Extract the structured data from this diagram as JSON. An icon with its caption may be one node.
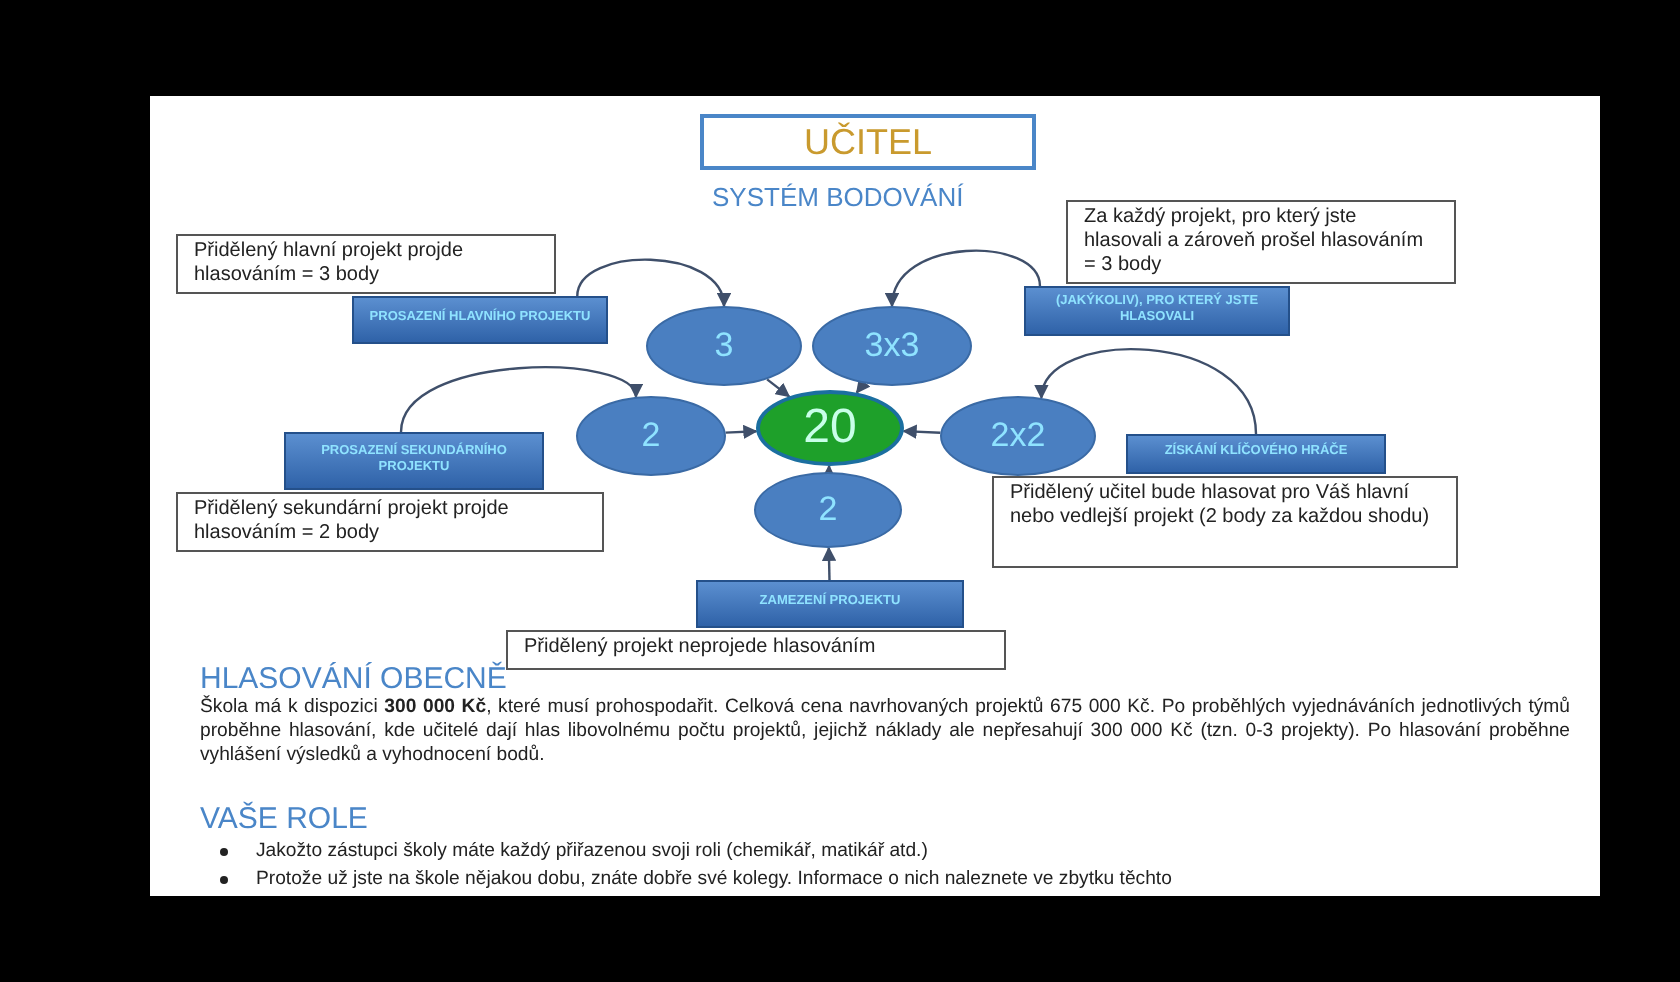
{
  "diagram": {
    "title": "UČITEL",
    "nodes": [
      {
        "text": [
          "Přidělený hlavní projekt projde hlasováním = 3 body"
        ]
      },
      {
        "text": [
          "PROSAZENÍ HLAVNÍHO PROJEKTU"
        ]
      },
      {
        "text": [
          "Za každý projekt, pro který jste hlasovali a zároveň prošel hlasováním = 3 body"
        ]
      },
      {
        "text": [
          "(JAKÝKOLIV), PRO KTERÝ JSTE HLASOVALI"
        ]
      },
      {
        "text": [
          "3"
        ]
      },
      {
        "text": [
          "3x3"
        ]
      },
      {
        "text": [
          "2"
        ]
      },
      {
        "text": [
          "20"
        ]
      },
      {
        "text": [
          "2x2"
        ]
      },
      {
        "text": [
          "PROSAZENÍ SEKUNDÁRNÍHO PROJEKTU"
        ]
      },
      {
        "text": [
          "ZÍSKÁNÍ KLÍČOVÉHO HRÁČE"
        ]
      },
      {
        "text": [
          "2"
        ]
      },
      {
        "text": [
          "Přidělený sekundární projekt projde hlasováním = 2 body"
        ]
      },
      {
        "text": [
          "Přidělený učitel bude hlasovat pro Váš hlavní nebo vedlejší projekt (2 body za každou shodu)"
        ]
      },
      {
        "text": [
          "ZAMEZENÍ PROJEKTU"
        ]
      },
      {
        "text": [
          "Přidělený projekt neprojede hlasováním"
        ]
      }
    ],
    "edges": [
      {
        "from": 1,
        "to": 4,
        "arrow": "to"
      },
      {
        "from": 3,
        "to": 5,
        "arrow": "to"
      },
      {
        "from": 9,
        "to": 6,
        "arrow": "to"
      },
      {
        "from": 10,
        "to": 8,
        "arrow": "to"
      },
      {
        "from": 14,
        "to": 11,
        "arrow": "to"
      },
      {
        "from": 4,
        "to": 7,
        "arrow": "to"
      },
      {
        "from": 5,
        "to": 7,
        "arrow": "to"
      },
      {
        "from": 6,
        "to": 7,
        "arrow": "to"
      },
      {
        "from": 8,
        "to": 7,
        "arrow": "to"
      },
      {
        "from": 11,
        "to": 7,
        "arrow": "to"
      }
    ],
    "labels": [
      "SYSTÉM BODOVÁNÍ",
      "HLASOVÁNÍ OBECNĚ",
      "Škola má k dispozici **300 000 Kč**, které musí prohospodařit. Celková cena navrhovaných projektů 675 000 Kč. Po proběhlých vyjednáváních jednotlivých týmů proběhne hlasování, kde učitelé dají hlas libovolnému počtu projektů, jejichž náklady ale nepřesahují 300 000 Kč (tzn. 0-3 projekty). Po hlasování proběhne vyhlášení výsledků a vyhodnocení bodů.",
      "VAŠE ROLE",
      "Jakožto zástupci školy máte každý přiřazenou svoji roli (chemikář, matikář atd.)",
      "Protože už jste na škole nějakou dobu, znáte dobře své kolegy. Informace o nich naleznete ve zbytku těchto"
    ]
  }
}
